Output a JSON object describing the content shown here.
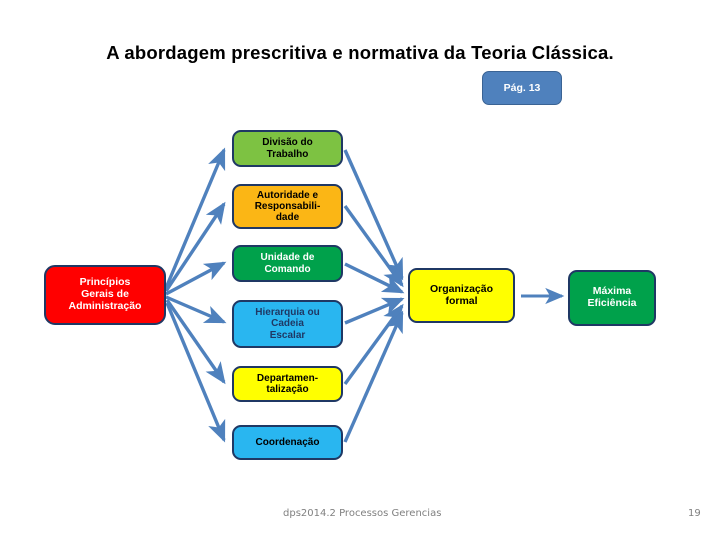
{
  "slide": {
    "title": "A abordagem prescritiva e normativa da Teoria Clássica.",
    "badge": "Pág. 13",
    "accent_color": "#4F81BD",
    "arrow_color": "#4F81BD"
  },
  "diagram": {
    "root": {
      "label": "Princípios\nGerais de\nAdministração",
      "color": "#FF0000",
      "text_color": "#FFFFFF"
    },
    "principles": [
      {
        "label": "Divisão do\nTrabalho",
        "color": "#7DC242",
        "text_color": "#000000"
      },
      {
        "label": "Autoridade e\nResponsabili-\ndade",
        "color": "#FBB615",
        "text_color": "#000000"
      },
      {
        "label": "Unidade de\nComando",
        "color": "#00A14B",
        "text_color": "#FFFFFF"
      },
      {
        "label": "Hierarquia ou\nCadeia\nEscalar",
        "color": "#29B6F0",
        "text_color": "#1F3864"
      },
      {
        "label": "Departamen-\ntalização",
        "color": "#FFFF00",
        "text_color": "#000000"
      },
      {
        "label": "Coordenação",
        "color": "#29B6F0",
        "text_color": "#000000"
      }
    ],
    "result": {
      "label": "Organização\nformal",
      "color": "#FFFF00",
      "text_color": "#000000"
    },
    "outcome": {
      "label": "Máxima\nEficiência",
      "color": "#00A14B",
      "text_color": "#FFFFFF"
    }
  },
  "footer": {
    "course": "dps2014.2 Processos Gerencias",
    "page_number": "19"
  }
}
